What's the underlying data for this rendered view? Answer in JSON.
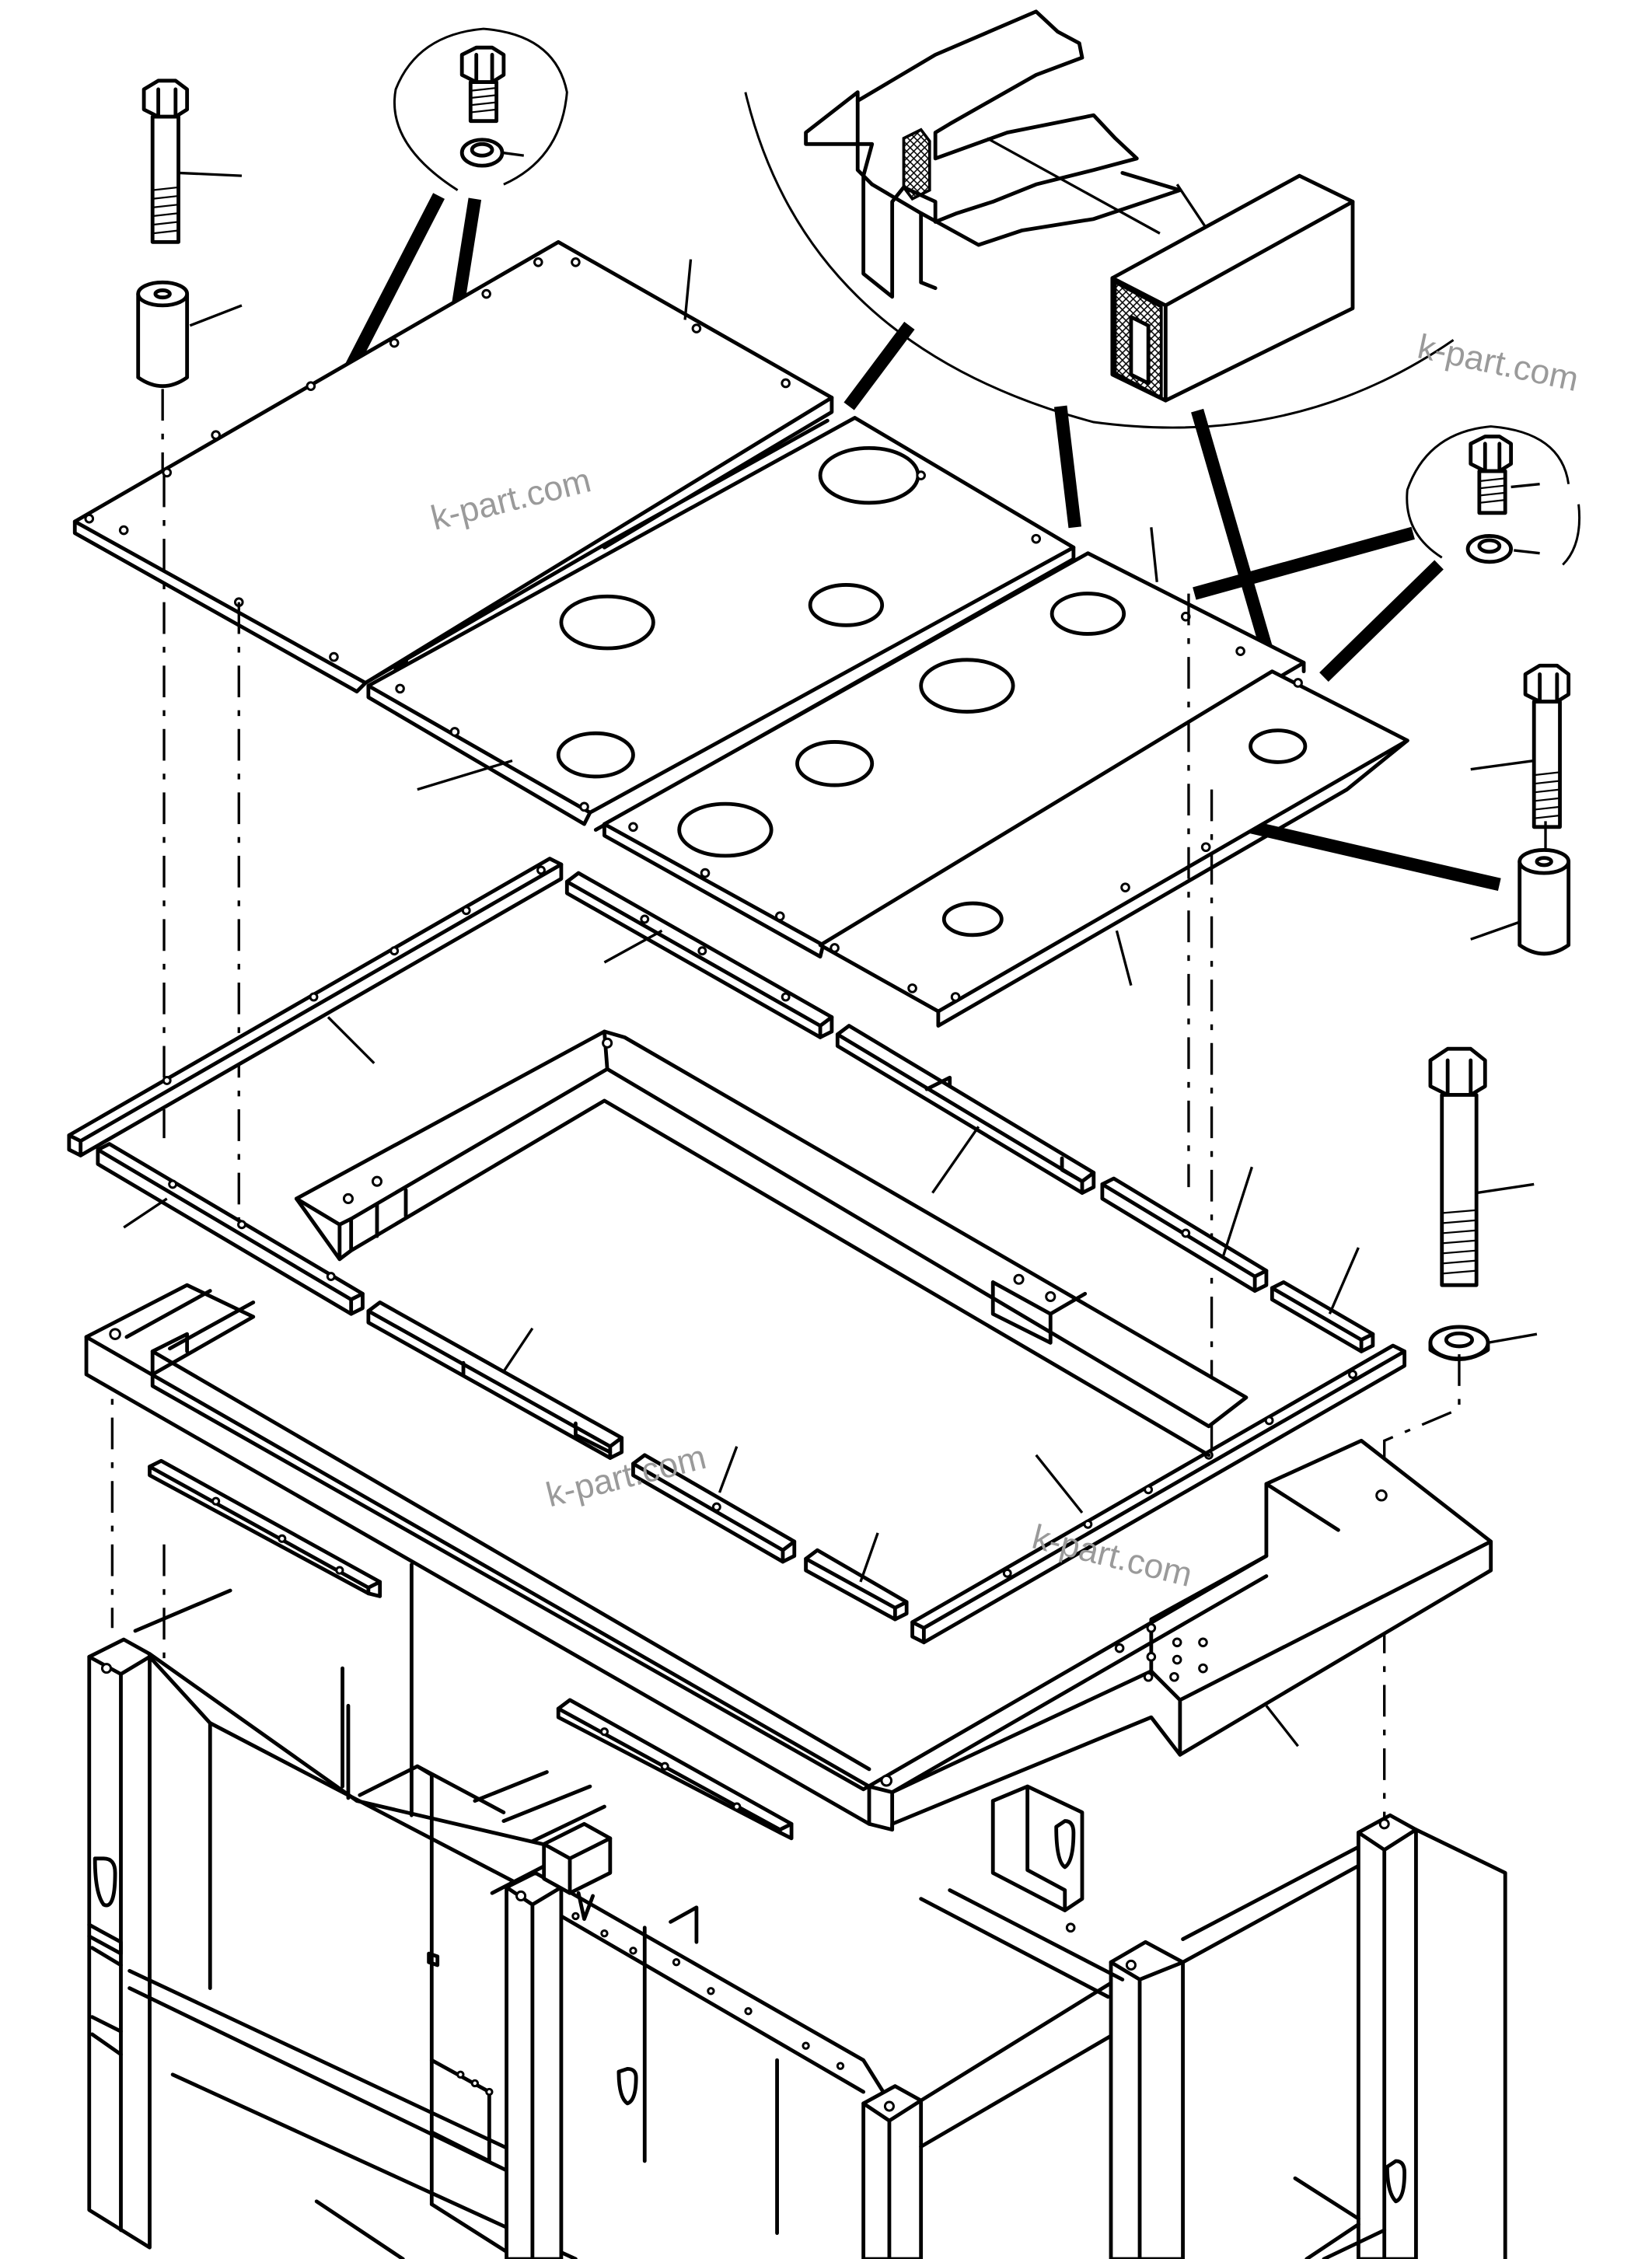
{
  "watermarks": [
    {
      "text": "k-part.com"
    },
    {
      "text": "k-part.com"
    },
    {
      "text": "k-part.com"
    },
    {
      "text": "k-part.com"
    }
  ],
  "colors": {
    "line": "#000000",
    "background": "#ffffff",
    "watermark": "#9a9a9a"
  }
}
